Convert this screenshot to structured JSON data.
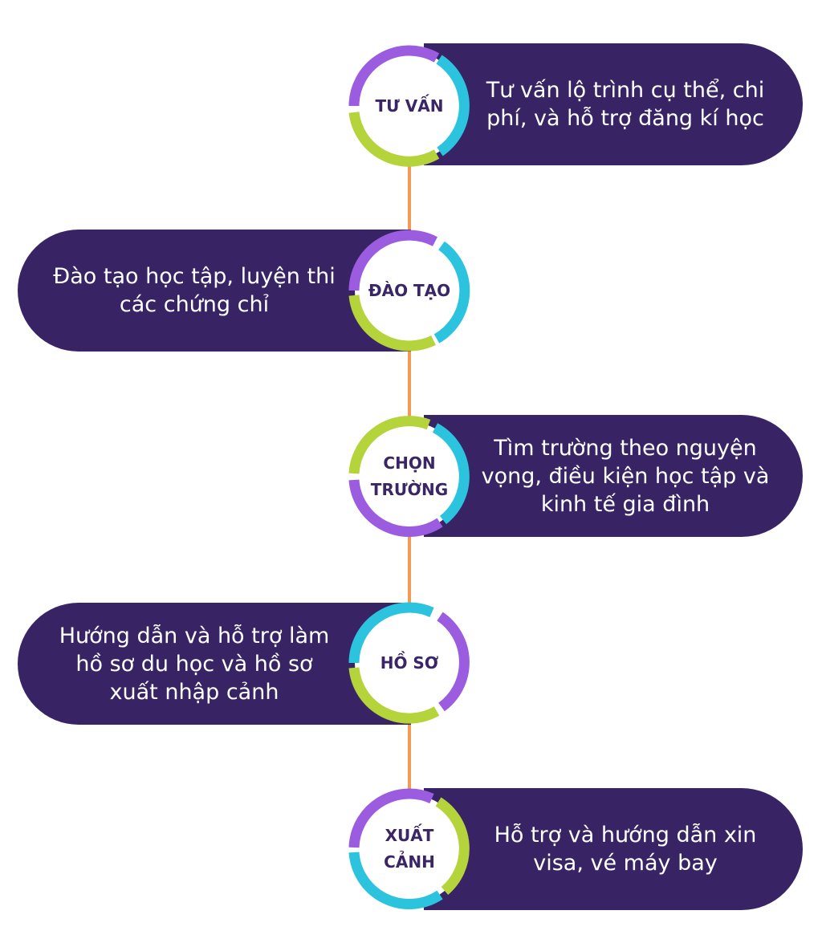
{
  "colors": {
    "card": "#382465",
    "connector": "#f39a57",
    "purple": "#9b5ce0",
    "cyan": "#2cc3df",
    "green": "#b5d33a",
    "label": "#3a2566"
  },
  "steps": [
    {
      "label": "TƯ VẤN",
      "text": "Tư vấn lộ trình cụ thể, chi\nphí, và hỗ trợ đăng kí học",
      "side": "right"
    },
    {
      "label": "ĐÀO TẠO",
      "text": "Đào tạo học tập, luyện thi\ncác chứng chỉ",
      "side": "left"
    },
    {
      "label": "CHỌN\nTRƯỜNG",
      "text": "Tìm trường theo nguyện\nvọng, điều kiện học tập và\nkinh tế gia đình",
      "side": "right"
    },
    {
      "label": "HỒ SƠ",
      "text": "Hướng dẫn và hỗ trợ làm\nhồ sơ du học và hồ sơ\nxuất nhập cảnh",
      "side": "left"
    },
    {
      "label": "XUẤT\nCẢNH",
      "text": "Hỗ trợ và hướng dẫn xin\nvisa, vé máy bay",
      "side": "right"
    }
  ]
}
